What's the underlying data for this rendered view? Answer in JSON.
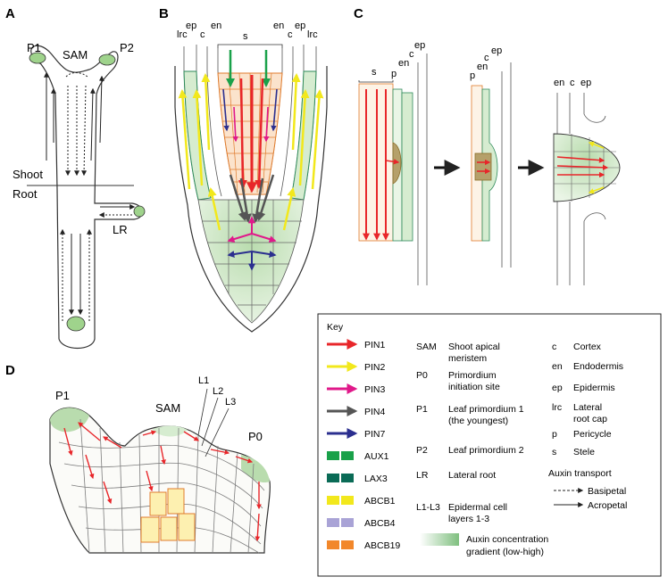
{
  "panels": {
    "A": {
      "letter": "A",
      "labels": {
        "p1": "P1",
        "sam": "SAM",
        "p2": "P2",
        "shoot": "Shoot",
        "root": "Root",
        "lr": "LR"
      }
    },
    "B": {
      "letter": "B",
      "labels": {
        "lrc_left": "lrc",
        "ep_left": "ep",
        "c_left": "c",
        "en_left": "en",
        "s": "s",
        "en_right": "en",
        "c_right": "c",
        "ep_right": "ep",
        "lrc_right": "lrc"
      }
    },
    "C": {
      "letter": "C",
      "labels": {
        "s": "s",
        "p1": "p",
        "en1": "en",
        "c1": "c",
        "ep1": "ep",
        "p2": "p",
        "en2": "en",
        "c2": "c",
        "ep2": "ep",
        "en3": "en",
        "c3": "c",
        "ep3": "ep"
      }
    },
    "D": {
      "letter": "D",
      "labels": {
        "p1": "P1",
        "sam": "SAM",
        "l1": "L1",
        "l2": "L2",
        "l3": "L3",
        "p0": "P0"
      }
    }
  },
  "key": {
    "title": "Key",
    "transporters": [
      {
        "name": "PIN1",
        "color": "#e8262a",
        "glyph": "arrow"
      },
      {
        "name": "PIN2",
        "color": "#f2e81c",
        "glyph": "arrow"
      },
      {
        "name": "PIN3",
        "color": "#e0198a",
        "glyph": "arrow"
      },
      {
        "name": "PIN4",
        "color": "#555555",
        "glyph": "arrow"
      },
      {
        "name": "PIN7",
        "color": "#2b2f8f",
        "glyph": "arrow"
      },
      {
        "name": "AUX1",
        "color": "#1aa14a",
        "glyph": "bar"
      },
      {
        "name": "LAX3",
        "color": "#0a6b56",
        "glyph": "bar"
      },
      {
        "name": "ABCB1",
        "color": "#f2e81c",
        "glyph": "bar"
      },
      {
        "name": "ABCB4",
        "color": "#a9a3d6",
        "glyph": "bar"
      },
      {
        "name": "ABCB19",
        "color": "#f2872a",
        "glyph": "bar"
      }
    ],
    "abbreviations": [
      {
        "abbr": "SAM",
        "desc": "Shoot apical meristem"
      },
      {
        "abbr": "P0",
        "desc": "Primordium initiation site"
      },
      {
        "abbr": "P1",
        "desc": "Leaf primordium 1 (the youngest)"
      },
      {
        "abbr": "P2",
        "desc": "Leaf primordium 2"
      },
      {
        "abbr": "LR",
        "desc": "Lateral root"
      },
      {
        "abbr": "L1-L3",
        "desc": "Epidermal cell layers 1-3"
      }
    ],
    "tissues": [
      {
        "abbr": "c",
        "desc": "Cortex"
      },
      {
        "abbr": "en",
        "desc": "Endodermis"
      },
      {
        "abbr": "ep",
        "desc": "Epidermis"
      },
      {
        "abbr": "lrc",
        "desc": "Lateral root cap"
      },
      {
        "abbr": "p",
        "desc": "Pericycle"
      },
      {
        "abbr": "s",
        "desc": "Stele"
      }
    ],
    "auxin_transport": {
      "title": "Auxin transport",
      "basipetal": "Basipetal",
      "acropetal": "Acropetal"
    },
    "gradient": {
      "label": "Auxin concentration gradient (low-high)",
      "color_low": "#ffffff",
      "color_high": "#7fbf7f"
    }
  }
}
